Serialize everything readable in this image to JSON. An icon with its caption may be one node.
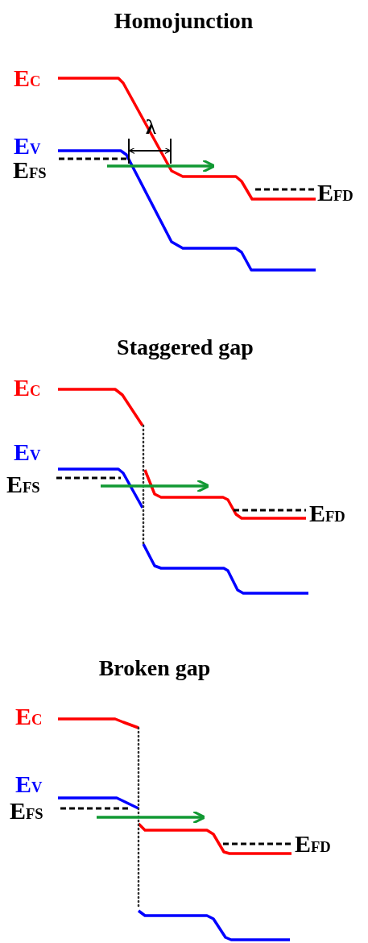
{
  "diagram": {
    "labels": [
      "Homojunction",
      "E$_{C}$",
      "λ",
      "E$_{V}$",
      "E$_{FS}$",
      "E$_{FD}$",
      "Staggered gap",
      "E$_{C}$",
      "E$_{V}$",
      "E$_{FS}$",
      "E$_{FD}$",
      "Broken gap",
      "E$_{C}$",
      "E$_{V}$",
      "E$_{FS}$",
      "E$_{FD}$"
    ]
  }
}
